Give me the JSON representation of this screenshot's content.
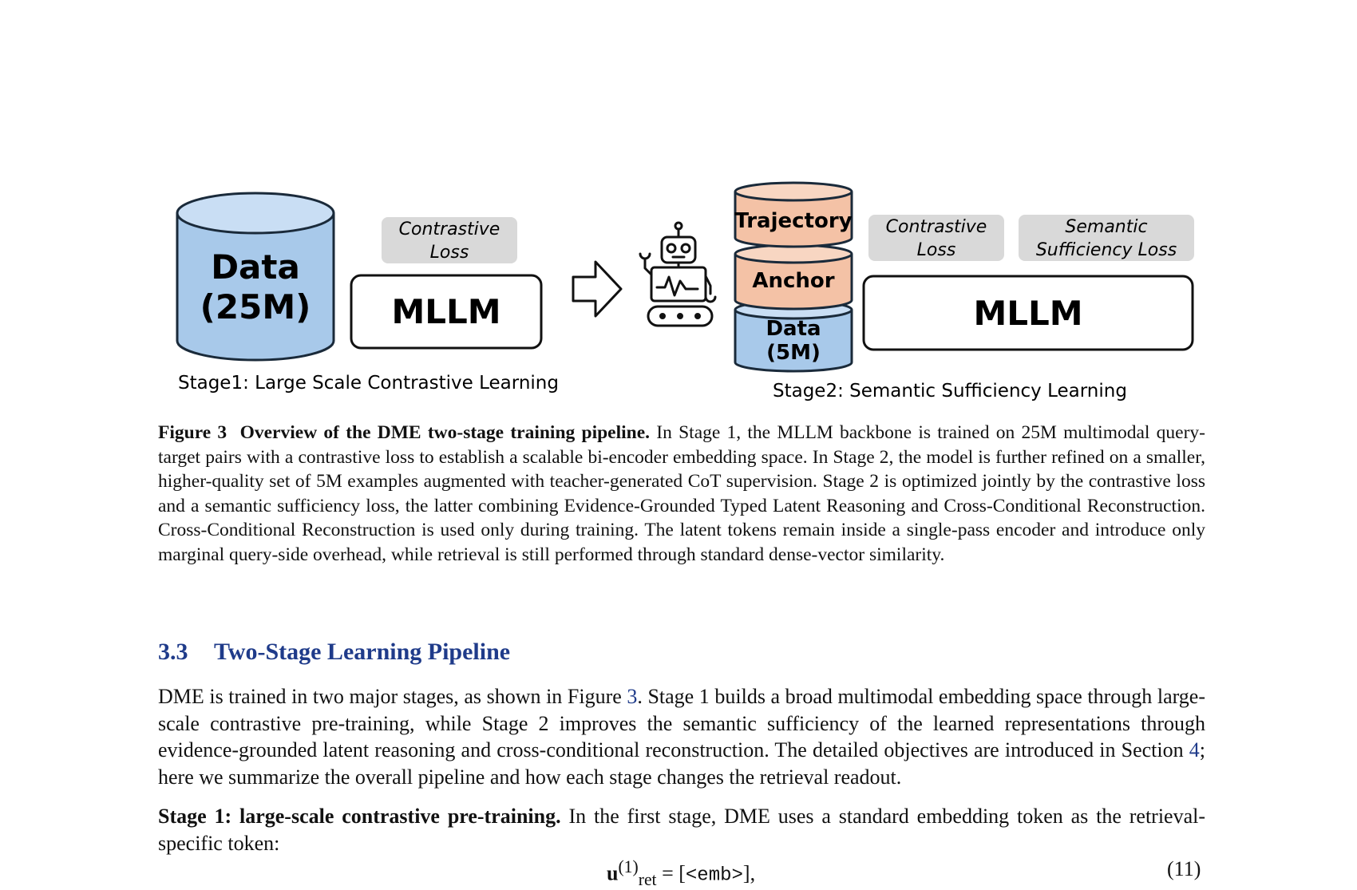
{
  "figure": {
    "stage1": {
      "data_label_line1": "Data",
      "data_label_line2": "(25M)",
      "loss_line1": "Contrastive",
      "loss_line2": "Loss",
      "model_label": "MLLM",
      "caption": "Stage1: Large Scale Contrastive Learning"
    },
    "stage2": {
      "trajectory_label": "Trajectory",
      "anchor_label": "Anchor",
      "data_label_line1": "Data",
      "data_label_line2": "(5M)",
      "loss1_line1": "Contrastive",
      "loss1_line2": "Loss",
      "loss2_line1": "Semantic",
      "loss2_line2": "Sufficiency Loss",
      "model_label": "MLLM",
      "caption": "Stage2: Semantic Sufficiency Learning"
    },
    "icons": [
      "arrow-right-icon",
      "robot-icon"
    ]
  },
  "caption": {
    "label": "Figure 3",
    "title": "Overview of the DME two-stage training pipeline.",
    "body": "In Stage 1, the MLLM backbone is trained on 25M multimodal query-target pairs with a contrastive loss to establish a scalable bi-encoder embedding space. In Stage 2, the model is further refined on a smaller, higher-quality set of 5M examples augmented with teacher-generated CoT supervision. Stage 2 is optimized jointly by the contrastive loss and a semantic sufficiency loss, the latter combining Evidence-Grounded Typed Latent Reasoning and Cross-Conditional Reconstruction. Cross-Conditional Reconstruction is used only during training. The latent tokens remain inside a single-pass encoder and introduce only marginal query-side overhead, while retrieval is still performed through standard dense-vector similarity."
  },
  "section": {
    "number": "3.3",
    "title": "Two-Stage Learning Pipeline"
  },
  "paragraph1": {
    "part1": "DME is trained in two major stages, as shown in Figure ",
    "ref1": "3",
    "part2": ". Stage 1 builds a broad multimodal embedding space through large-scale contrastive pre-training, while Stage 2 improves the semantic sufficiency of the learned representations through evidence-grounded latent reasoning and cross-conditional reconstruction. The detailed objectives are introduced in Section ",
    "ref2": "4",
    "part3": "; here we summarize the overall pipeline and how each stage changes the retrieval readout."
  },
  "paragraph2": {
    "lead": "Stage 1: large-scale contrastive pre-training.",
    "body": "In the first stage, DME uses a standard embedding token as the retrieval-specific token:"
  },
  "equation": {
    "var": "u",
    "superscript": "(1)",
    "subscript": "ret",
    "equals": " = [",
    "token": "<emb>",
    "close": "],",
    "number": "(11)"
  }
}
